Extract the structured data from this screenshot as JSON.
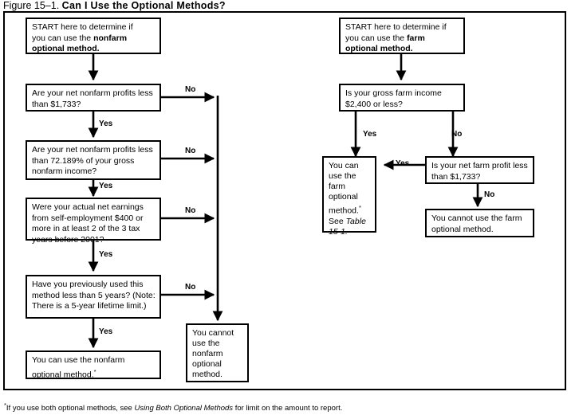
{
  "figure": {
    "label": "Figure 15–1.",
    "heading": "Can I Use the Optional Methods?"
  },
  "footnote": {
    "marker": "*",
    "text_before": "If you use both optional methods, see ",
    "italic_text": "Using Both Optional Methods",
    "text_after": " for limit on the amount to report."
  },
  "nonfarm_branch": {
    "start": {
      "line1": "START here to determine if",
      "line2_prefix": "you can use the ",
      "line2_bold": "nonfarm",
      "line3_bold": "optional method."
    },
    "q1": "Are your net nonfarm profits less than $1,733?",
    "q2": "Are your net nonfarm profits less than 72.189% of your gross nonfarm income?",
    "q3": "Were your actual net earnings from self-employment $400 or more in at least 2 of the 3 tax years before 2001?",
    "q4": "Have you previously used this method less than 5 years? (Note: There is a 5-year lifetime limit.)",
    "yes_result": "You can use the nonfarm optional method.",
    "yes_result_marker": "*",
    "no_result": "You cannot use the nonfarm optional method.",
    "labels": {
      "yes1": "Yes",
      "yes2": "Yes",
      "yes3": "Yes",
      "yes4": "Yes",
      "no1": "No",
      "no2": "No",
      "no3": "No",
      "no4": "No"
    }
  },
  "farm_branch": {
    "start": {
      "line1": "START here to determine if",
      "line2_prefix": "you can use the ",
      "line2_bold": "farm",
      "line3_bold": "optional method."
    },
    "q1": "Is your gross farm income $2,400 or less?",
    "q2": "Is your net farm profit less than $1,733?",
    "yes_result_line1": "You can use the farm optional method.",
    "yes_result_marker": "*",
    "yes_result_see": "See ",
    "yes_result_table": "Table 15-1.",
    "no_result": "You cannot use the farm optional method.",
    "labels": {
      "yes1": "Yes",
      "no1": "No",
      "yes2": "Yes",
      "no2": "No"
    }
  },
  "colors": {
    "ink": "#000000",
    "paper": "#ffffff"
  }
}
